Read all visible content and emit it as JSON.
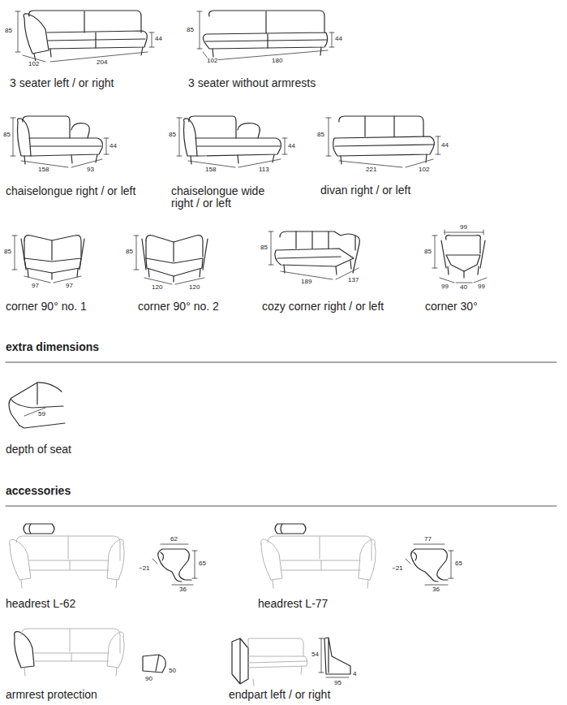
{
  "diagram": {
    "labels": [
      "85",
      "44",
      "102",
      "204",
      "3 seater left / or right",
      "85",
      "44",
      "102",
      "180",
      "3 seater without armrests",
      "85",
      "44",
      "158",
      "93",
      "chaiselongue right / or left",
      "85",
      "44",
      "158",
      "113",
      "chaiselongue wide right / or left",
      "85",
      "44",
      "221",
      "102",
      "divan right / or left",
      "85",
      "97",
      "97",
      "corner 90° no. 1",
      "85",
      "120",
      "120",
      "corner 90° no. 2",
      "85",
      "189",
      "137",
      "cozy corner right / or left",
      "99",
      "85",
      "99",
      "40",
      "99",
      "corner 30°",
      "extra dimensions",
      "59",
      "depth of seat",
      "accessories",
      "62",
      "~21",
      "65",
      "36",
      "headrest L-62",
      "77",
      "~21",
      "65",
      "36",
      "headrest L-77",
      "90",
      "50",
      "armrest protection",
      "54",
      "95",
      "4",
      "endpart left / or right"
    ]
  }
}
